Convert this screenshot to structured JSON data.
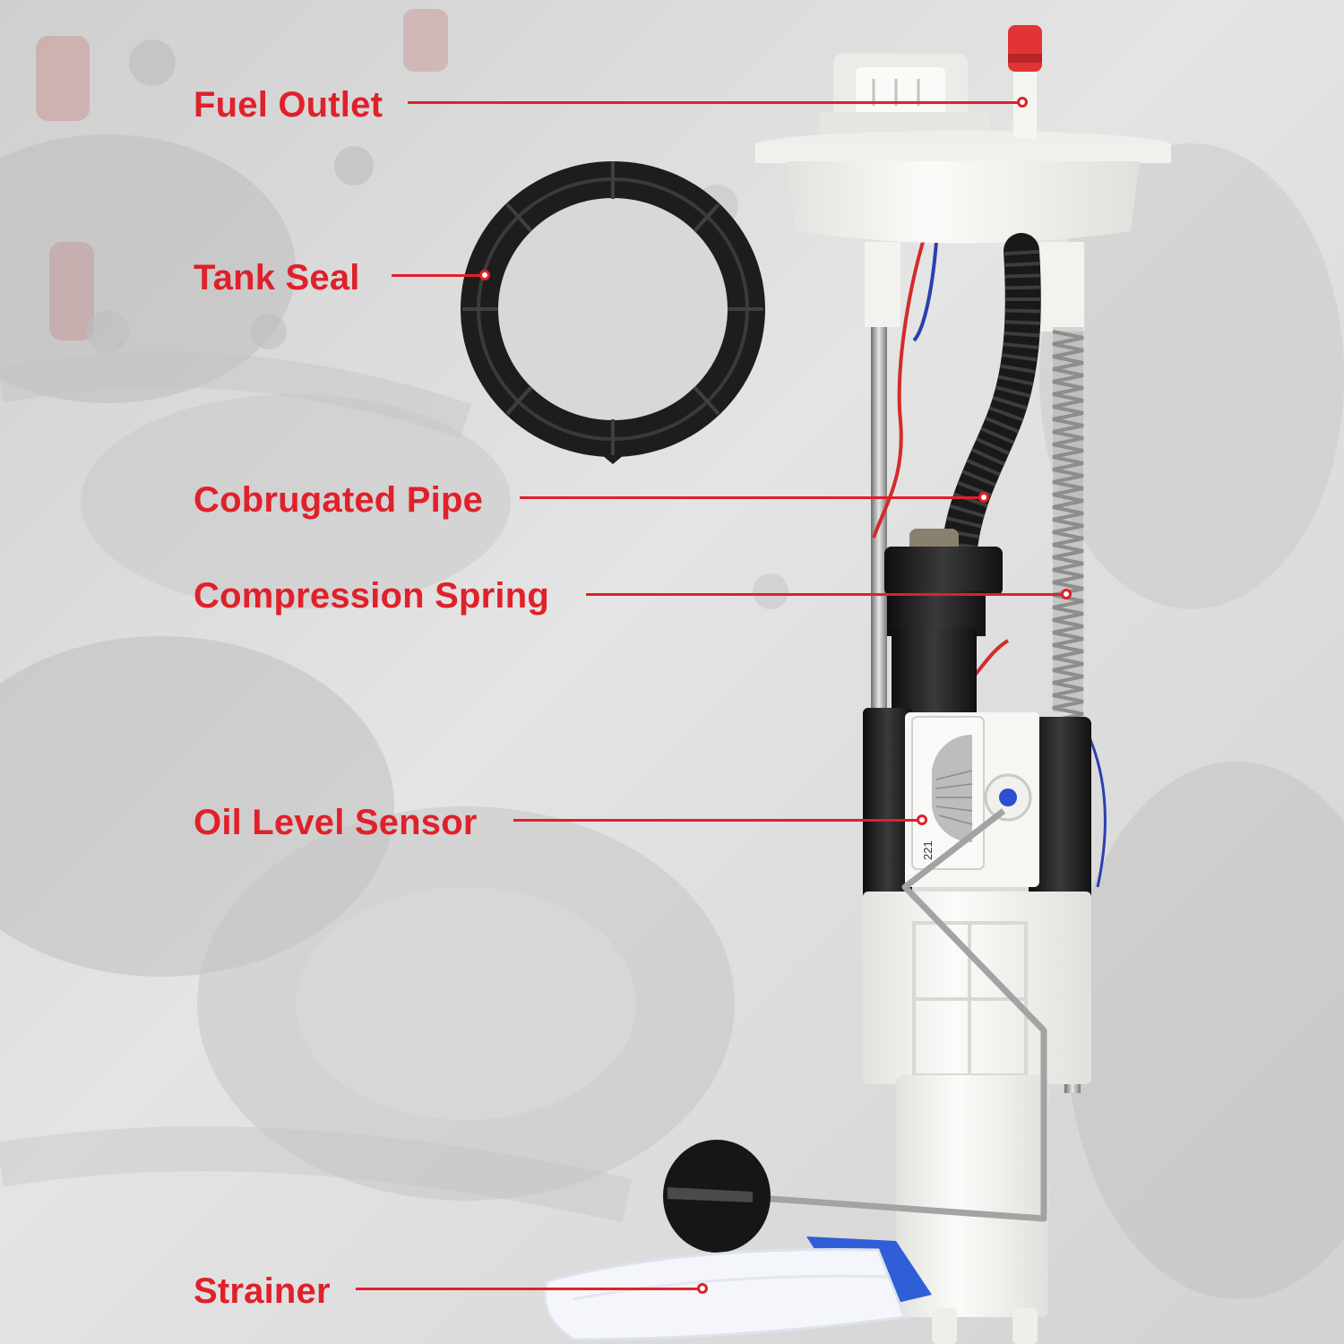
{
  "colors": {
    "accent": "#e0202a",
    "background": "#d6d6d6",
    "housing": "#f4f4f2",
    "rubber": "#1c1c1c"
  },
  "callouts": [
    {
      "id": "fuel-outlet",
      "label": "Fuel Outlet"
    },
    {
      "id": "tank-seal",
      "label": "Tank Seal"
    },
    {
      "id": "cobrugated-pipe",
      "label": "Cobrugated Pipe"
    },
    {
      "id": "compression-spring",
      "label": "Compression Spring"
    },
    {
      "id": "oil-level-sensor",
      "label": "Oil Level Sensor"
    },
    {
      "id": "strainer",
      "label": "Strainer"
    }
  ],
  "part_marking": "221"
}
